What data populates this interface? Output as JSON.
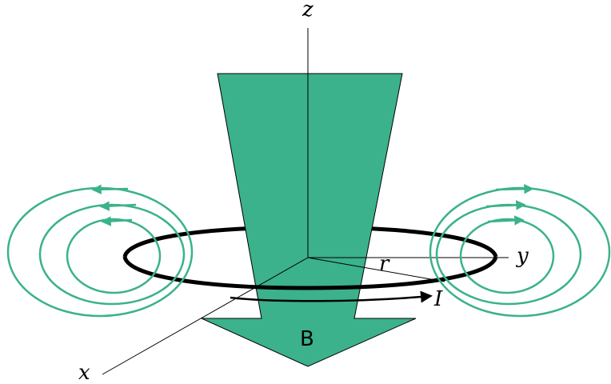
{
  "labels": {
    "z_axis": "z",
    "y_axis": "y",
    "x_axis": "x",
    "radius": "r",
    "current": "I",
    "field": "B"
  },
  "colors": {
    "field_fill": "#3bb28c",
    "field_stroke": "#000000",
    "field_lines": "#3bb28c",
    "loop": "#000000",
    "axes": "#000000",
    "background": "#ffffff"
  }
}
